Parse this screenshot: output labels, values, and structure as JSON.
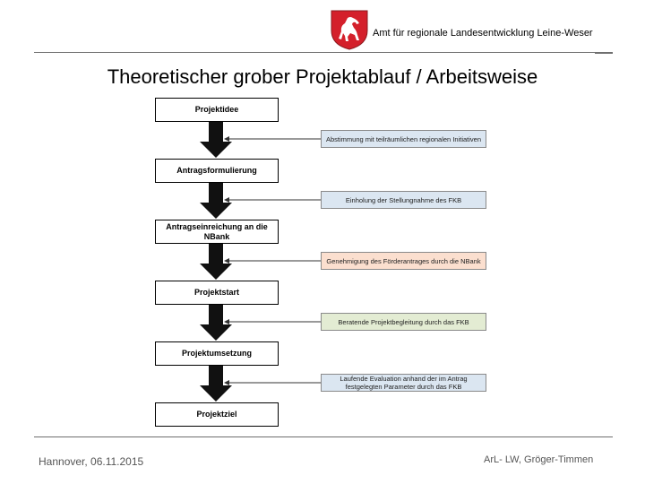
{
  "header": {
    "org_name": "Amt für regionale Landesentwicklung Leine-Weser",
    "logo_icon": "lower-saxony-horse-crest-icon"
  },
  "title": "Theoretischer grober Projektablauf / Arbeitsweise",
  "flow": {
    "steps": [
      "Projektidee",
      "Antragsformulierung",
      "Antragseinreichung an die NBank",
      "Projektstart",
      "Projektumsetzung",
      "Projektziel"
    ],
    "notes": [
      {
        "text": "Abstimmung mit teilräumlichen regionalen Initiativen",
        "color": "#dbe6f1"
      },
      {
        "text": "Einholung der Stellungnahme des FKB",
        "color": "#dbe6f1"
      },
      {
        "text": "Genehmigung des Förderantrages durch die NBank",
        "color": "#fbdfcf"
      },
      {
        "text": "Beratende Projektbegleitung durch das FKB",
        "color": "#e3ecd3"
      },
      {
        "text": "Laufende Evaluation anhand der im Antrag festgelegten Parameter durch das FKB",
        "color": "#dbe6f1"
      }
    ]
  },
  "footer": {
    "date": "Hannover, 06.11.2015",
    "author": "ArL- LW, Gröger-Timmen"
  }
}
